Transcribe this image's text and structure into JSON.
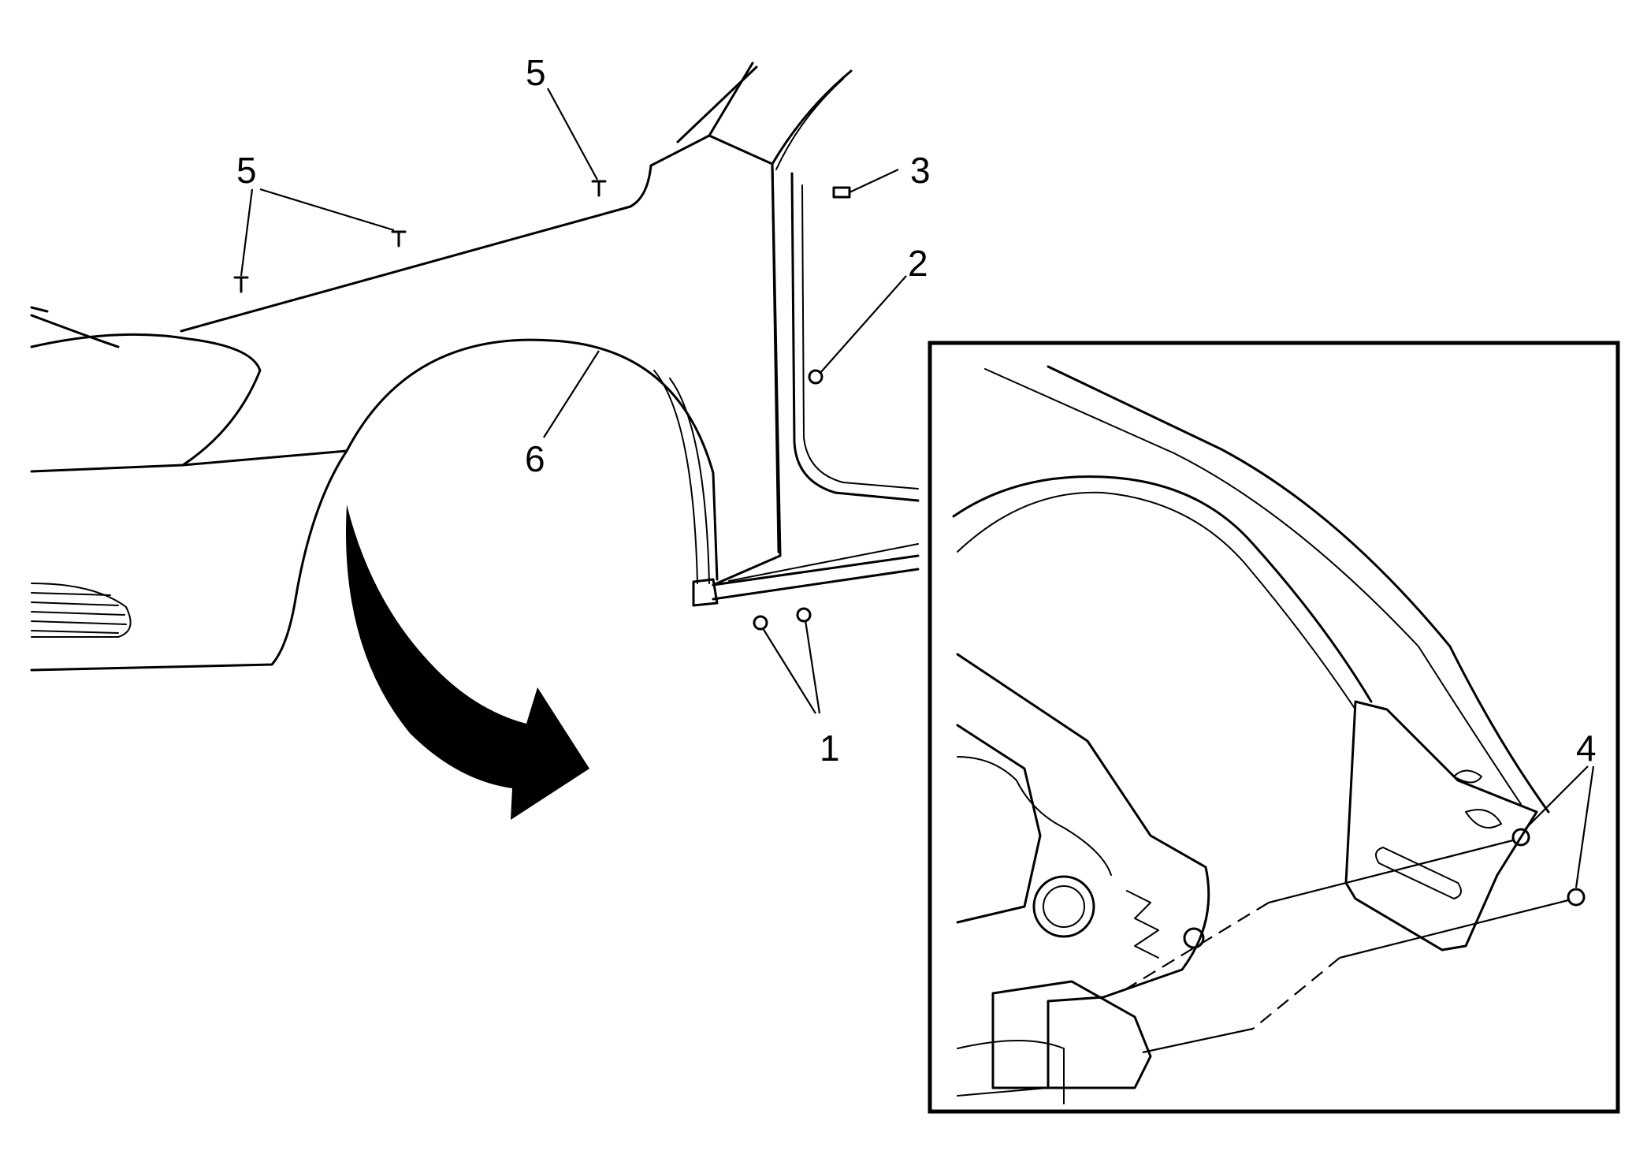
{
  "callouts": {
    "c1": "1",
    "c2": "2",
    "c3": "3",
    "c4": "4",
    "c5a": "5",
    "c5b": "5",
    "c6": "6"
  },
  "colors": {
    "line": "#000000",
    "background": "#ffffff"
  },
  "icons": [
    "rotation-arrow-icon"
  ]
}
